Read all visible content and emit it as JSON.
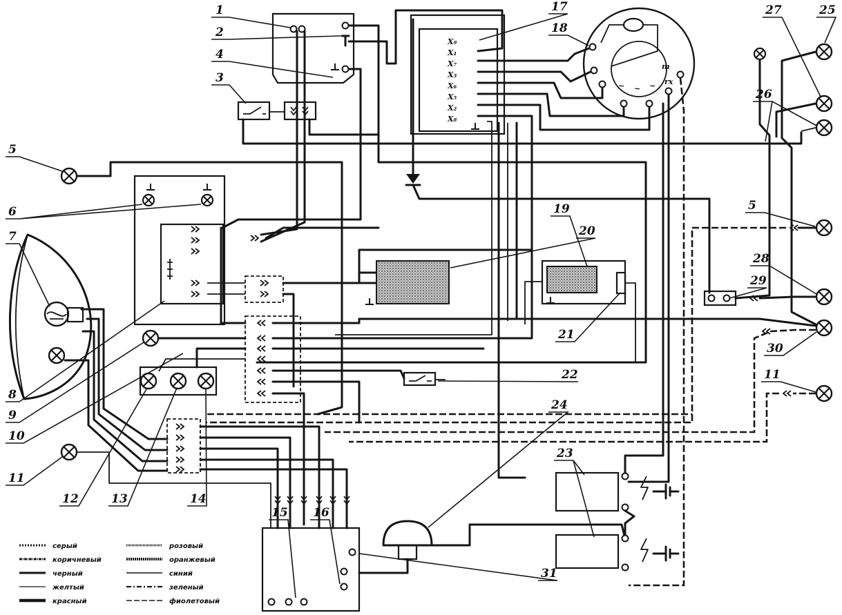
{
  "callouts": {
    "c1": "1",
    "c2": "2",
    "c3": "3",
    "c4": "4",
    "c5_left": "5",
    "c5_right": "5",
    "c6": "6",
    "c7": "7",
    "c8": "8",
    "c9": "9",
    "c10": "10",
    "c11_left": "11",
    "c11_right": "11",
    "c12": "12",
    "c13": "13",
    "c14": "14",
    "c15": "15",
    "c16": "16",
    "c17": "17",
    "c18": "18",
    "c19": "19",
    "c20": "20",
    "c21": "21",
    "c22": "22",
    "c23": "23",
    "c24": "24",
    "c25": "25",
    "c26": "26",
    "c27": "27",
    "c28": "28",
    "c29": "29",
    "c30": "30",
    "c31": "31"
  },
  "box17_terminals": [
    "X₉",
    "X₁",
    "X₇",
    "X₃",
    "X₆",
    "X₅",
    "X₂",
    "X₈"
  ],
  "generator_labels": {
    "m": "m",
    "rx": "rx",
    "ac": "~"
  },
  "legend": [
    "серый",
    "коричневый",
    "черный",
    "желтый",
    "красный",
    "розовый",
    "оранжевый",
    "синий",
    "зеленый",
    "фиолетовый"
  ]
}
